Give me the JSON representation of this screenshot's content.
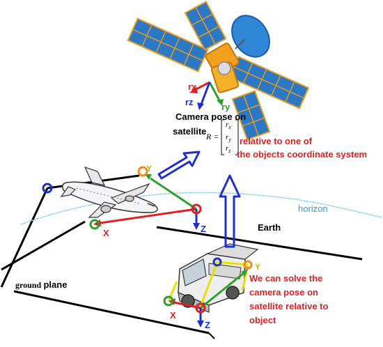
{
  "satellite": {
    "axis_rx": "rx",
    "axis_ry": "ry",
    "axis_rz": "rz",
    "caption_line1": "Camera pose on",
    "caption_line2": "satellite",
    "matrix_lhs": "R =",
    "matrix_entries": [
      "r",
      "r",
      "r"
    ],
    "matrix_subscripts": [
      "x",
      "y",
      "z"
    ],
    "relative_line1": "relative to one of",
    "relative_line2": "the objects coordinate system"
  },
  "airplane": {
    "axis_y": "Y",
    "axis_x": "X",
    "axis_z": "Z"
  },
  "scene": {
    "horizon": "horizon",
    "earth": "Earth",
    "ground_plane_word1": "ground",
    "ground_plane_word2": "plane"
  },
  "truck": {
    "axis_y": "Y",
    "axis_x": "X",
    "axis_z": "Z",
    "note_lines": [
      "We can solve the",
      "camera pose on",
      "satellite relative to",
      "object"
    ]
  },
  "colors": {
    "red_text": "#e02020",
    "blue_arrow": "#1e2fd0",
    "horizon_text": "#2a9fd8",
    "axis_green": "#2aa12a",
    "axis_yellow": "#e6e000",
    "orange_marker": "#f08a1c"
  }
}
